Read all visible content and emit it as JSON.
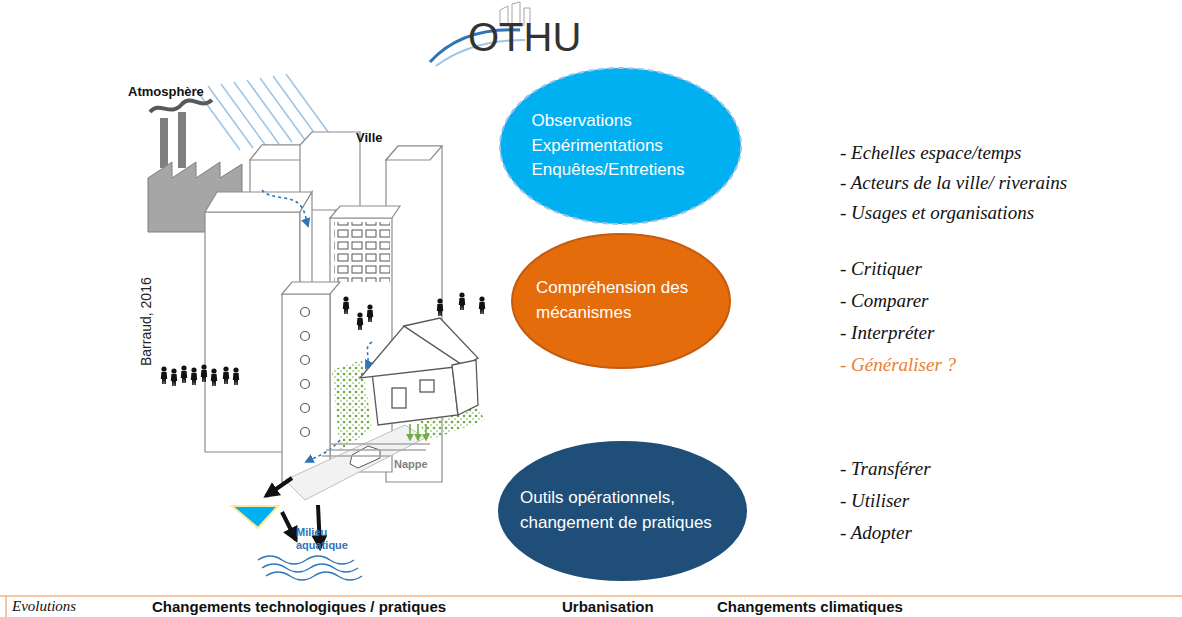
{
  "diagram": {
    "nodes": [
      {
        "text": [
          "Observations Expérimentations Enquêtes/Entretiens"
        ]
      },
      {
        "text": [
          "Compréhension des mécanismes"
        ]
      },
      {
        "text": [
          "Outils opérationnels, changement de pratiques"
        ]
      }
    ],
    "labels": [
      "OTHU",
      "Atmosphère",
      "Ville",
      "Barraud, 2016",
      "Nappe",
      "Milieu aquatique",
      "- Echelles espace/temps",
      "- Acteurs de la ville/ riverains",
      "- Usages et organisations",
      "- Critiquer",
      "- Comparer",
      "- Interpréter",
      "- Généraliser ?",
      "- Transférer",
      "- Utiliser",
      "- Adopter",
      "Evolutions",
      "Changements technologiques / pratiques",
      "Urbanisation",
      "Changements climatiques"
    ]
  }
}
